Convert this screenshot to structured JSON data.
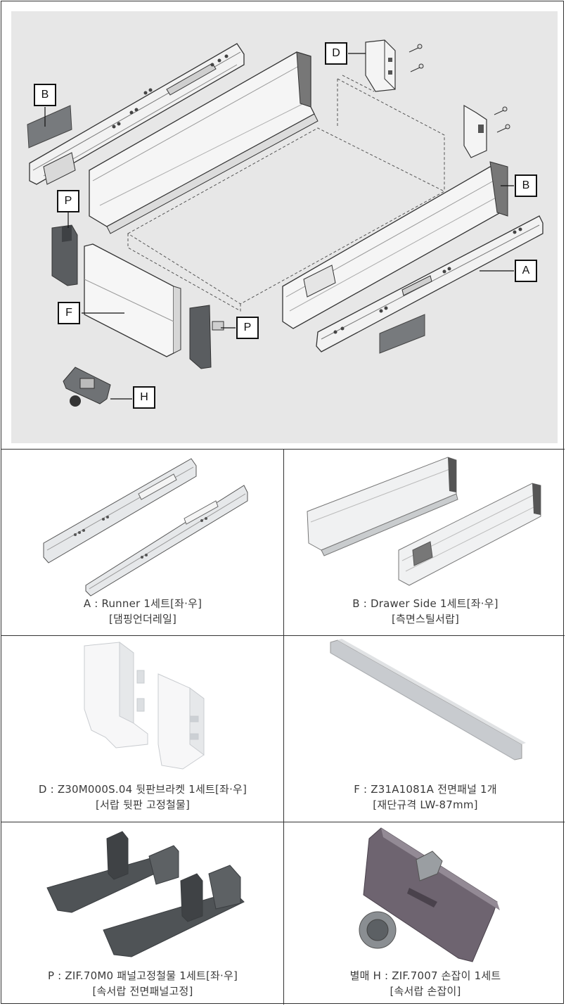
{
  "diagram": {
    "callouts": {
      "D": "D",
      "B_left": "B",
      "B_right": "B",
      "P_left": "P",
      "P_right": "P",
      "A": "A",
      "F": "F",
      "H": "H"
    }
  },
  "parts": [
    {
      "id": "A",
      "line1": "A : Runner 1세트[좌·우]",
      "line2": "[댐핑언더레일]"
    },
    {
      "id": "B",
      "line1": "B : Drawer Side 1세트[좌·우]",
      "line2": "[측면스틸서랍]"
    },
    {
      "id": "D",
      "line1": "D : Z30M000S.04 뒷판브라켓 1세트[좌·우]",
      "line2": "[서랍 뒷판 고정철물]"
    },
    {
      "id": "F",
      "line1": "F : Z31A1081A 전면패널 1개",
      "line2": "[재단규격 LW-87mm]"
    },
    {
      "id": "P",
      "line1": "P : ZIF.70M0 패널고정철물 1세트[좌·우]",
      "line2": "[속서랍 전면패널고정]"
    },
    {
      "id": "H",
      "line1": "별매 H : ZIF.7007 손잡이 1세트",
      "line2": "[속서랍 손잡이]"
    }
  ],
  "colors": {
    "panel_bg": "#e7e7e7",
    "metal_light": "#f4f4f4",
    "metal_mid": "#cfd2d4",
    "metal_dark": "#8a8d90",
    "plastic_dark": "#55585b",
    "border": "#333333"
  }
}
